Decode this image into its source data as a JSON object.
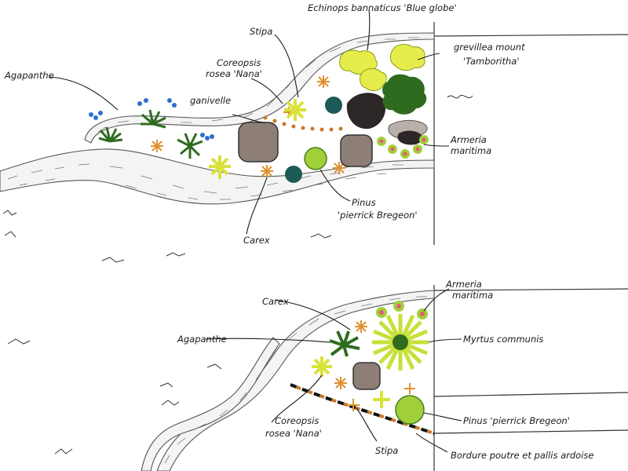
{
  "colors": {
    "leaf_dark": "#2f6b1f",
    "leaf_lime": "#c7e03a",
    "leaf_yellow": "#e6ec4b",
    "stipa_orange": "#e0912f",
    "agapanthe_blue": "#2f6fd1",
    "pot_gray": "#8d7f75",
    "rock_dark": "#2c2626",
    "rock_gray": "#b8b0ab",
    "teal": "#1c5a58",
    "armeria_pink": "#e85a7a",
    "green_ball": "#9fd03a",
    "fence_orange": "#c97a2a",
    "fence_black": "#111111"
  },
  "labels": {
    "echinops": "Echinops bannaticus 'Blue globe'",
    "stipa_top": "Stipa",
    "coreopsis_top_1": "Coreopsis",
    "coreopsis_top_2": "rosea 'Nana'",
    "agapanthe_top": "Agapanthe",
    "ganivelle": "ganivelle",
    "grevillea_1": "grevillea mount",
    "grevillea_2": "'Tamboritha'",
    "armeria_top_1": "Armeria",
    "armeria_top_2": "maritima",
    "pinus_top_1": "Pinus",
    "pinus_top_2": "'pierrick Bregeon'",
    "carex_top": "Carex",
    "armeria_bottom_1": "Armeria",
    "armeria_bottom_2": "maritima",
    "carex_bottom": "Carex",
    "agapanthe_bottom": "Agapanthe",
    "myrtus": "Myrtus communis",
    "pinus_bottom": "Pinus 'pierrick Bregeon'",
    "coreopsis_bottom_1": "Coreopsis",
    "coreopsis_bottom_2": "rosea 'Nana'",
    "stipa_bottom": "Stipa",
    "bordure": "Bordure poutre et pallis ardoise"
  }
}
